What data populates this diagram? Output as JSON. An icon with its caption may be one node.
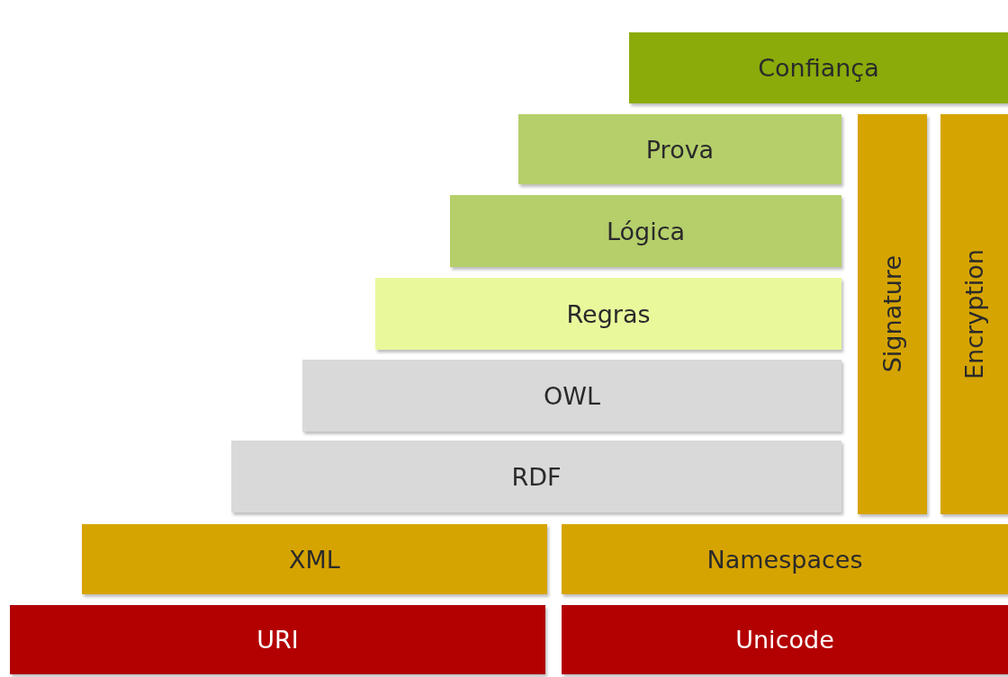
{
  "diagram": {
    "nodes": [
      {
        "text": [
          "Confiança"
        ]
      },
      {
        "text": [
          "Prova"
        ]
      },
      {
        "text": [
          "Lógica"
        ]
      },
      {
        "text": [
          "Regras"
        ]
      },
      {
        "text": [
          "OWL"
        ]
      },
      {
        "text": [
          "RDF"
        ]
      },
      {
        "text": [
          "Signature"
        ]
      },
      {
        "text": [
          "Encryption"
        ]
      },
      {
        "text": [
          "XML"
        ]
      },
      {
        "text": [
          "Namespaces"
        ]
      },
      {
        "text": [
          "URI"
        ]
      },
      {
        "text": [
          "Unicode"
        ]
      }
    ]
  }
}
